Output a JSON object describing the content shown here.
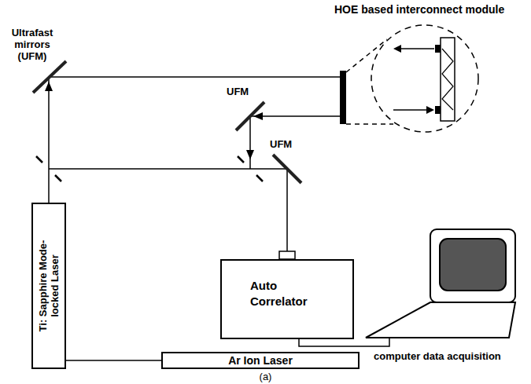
{
  "diagram": {
    "caption": "(a)",
    "nodes": [
      {
        "text": [
          "Ti: Sapphire Mode-locked Laser"
        ]
      },
      {
        "text": [
          "Auto Correlator"
        ]
      },
      {
        "text": [
          "computer data acquisition"
        ]
      },
      {
        "text": [
          "Ar Ion Laser"
        ]
      }
    ],
    "edges": [
      {
        "from": 1,
        "to": 2,
        "arrow": "none"
      },
      {
        "from": 3,
        "to": 0,
        "arrow": "none"
      }
    ],
    "labels": [
      "HOE based interconnect module",
      "Ultrafast mirrors (UFM)",
      "UFM",
      "UFM"
    ]
  }
}
